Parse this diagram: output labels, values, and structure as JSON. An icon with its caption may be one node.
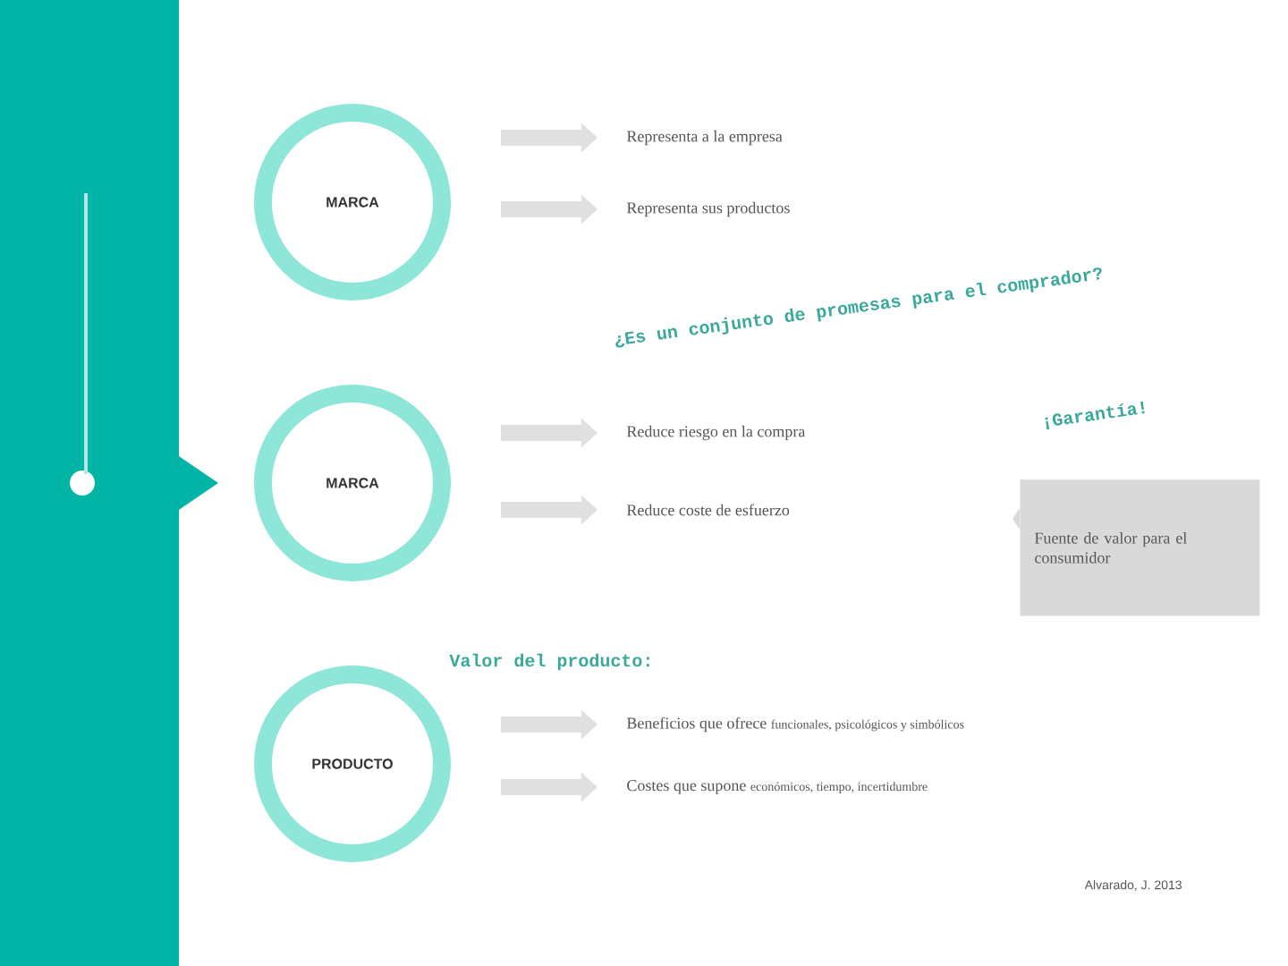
{
  "diagram": {
    "nodes": [
      {
        "text": [
          "MARCA"
        ]
      },
      {
        "text": [
          "Representa a la empresa"
        ]
      },
      {
        "text": [
          "Representa sus productos"
        ]
      },
      {
        "text": [
          "MARCA"
        ]
      },
      {
        "text": [
          "Reduce riesgo en la compra"
        ]
      },
      {
        "text": [
          "Reduce coste de esfuerzo"
        ]
      },
      {
        "text": [
          "Fuente de valor para el consumidor"
        ]
      },
      {
        "text": [
          "PRODUCTO"
        ]
      },
      {
        "text": [
          "Beneficios que ofrece",
          "funcionales, psicológicos y simbólicos"
        ]
      },
      {
        "text": [
          "Costes que supone",
          "económicos, tiempo, incertidumbre"
        ]
      }
    ],
    "edges": [
      {
        "from": 0,
        "to": 1,
        "arrow": "to"
      },
      {
        "from": 0,
        "to": 2,
        "arrow": "to"
      },
      {
        "from": 3,
        "to": 4,
        "arrow": "to"
      },
      {
        "from": 3,
        "to": 5,
        "arrow": "to"
      },
      {
        "from": 7,
        "to": 8,
        "arrow": "to"
      },
      {
        "from": 7,
        "to": 9,
        "arrow": "to"
      }
    ],
    "labels": [
      "¿Es un conjunto de promesas para el comprador?",
      "¡Garantía!",
      "Valor del producto:",
      "Alvarado, J. 2013"
    ]
  }
}
